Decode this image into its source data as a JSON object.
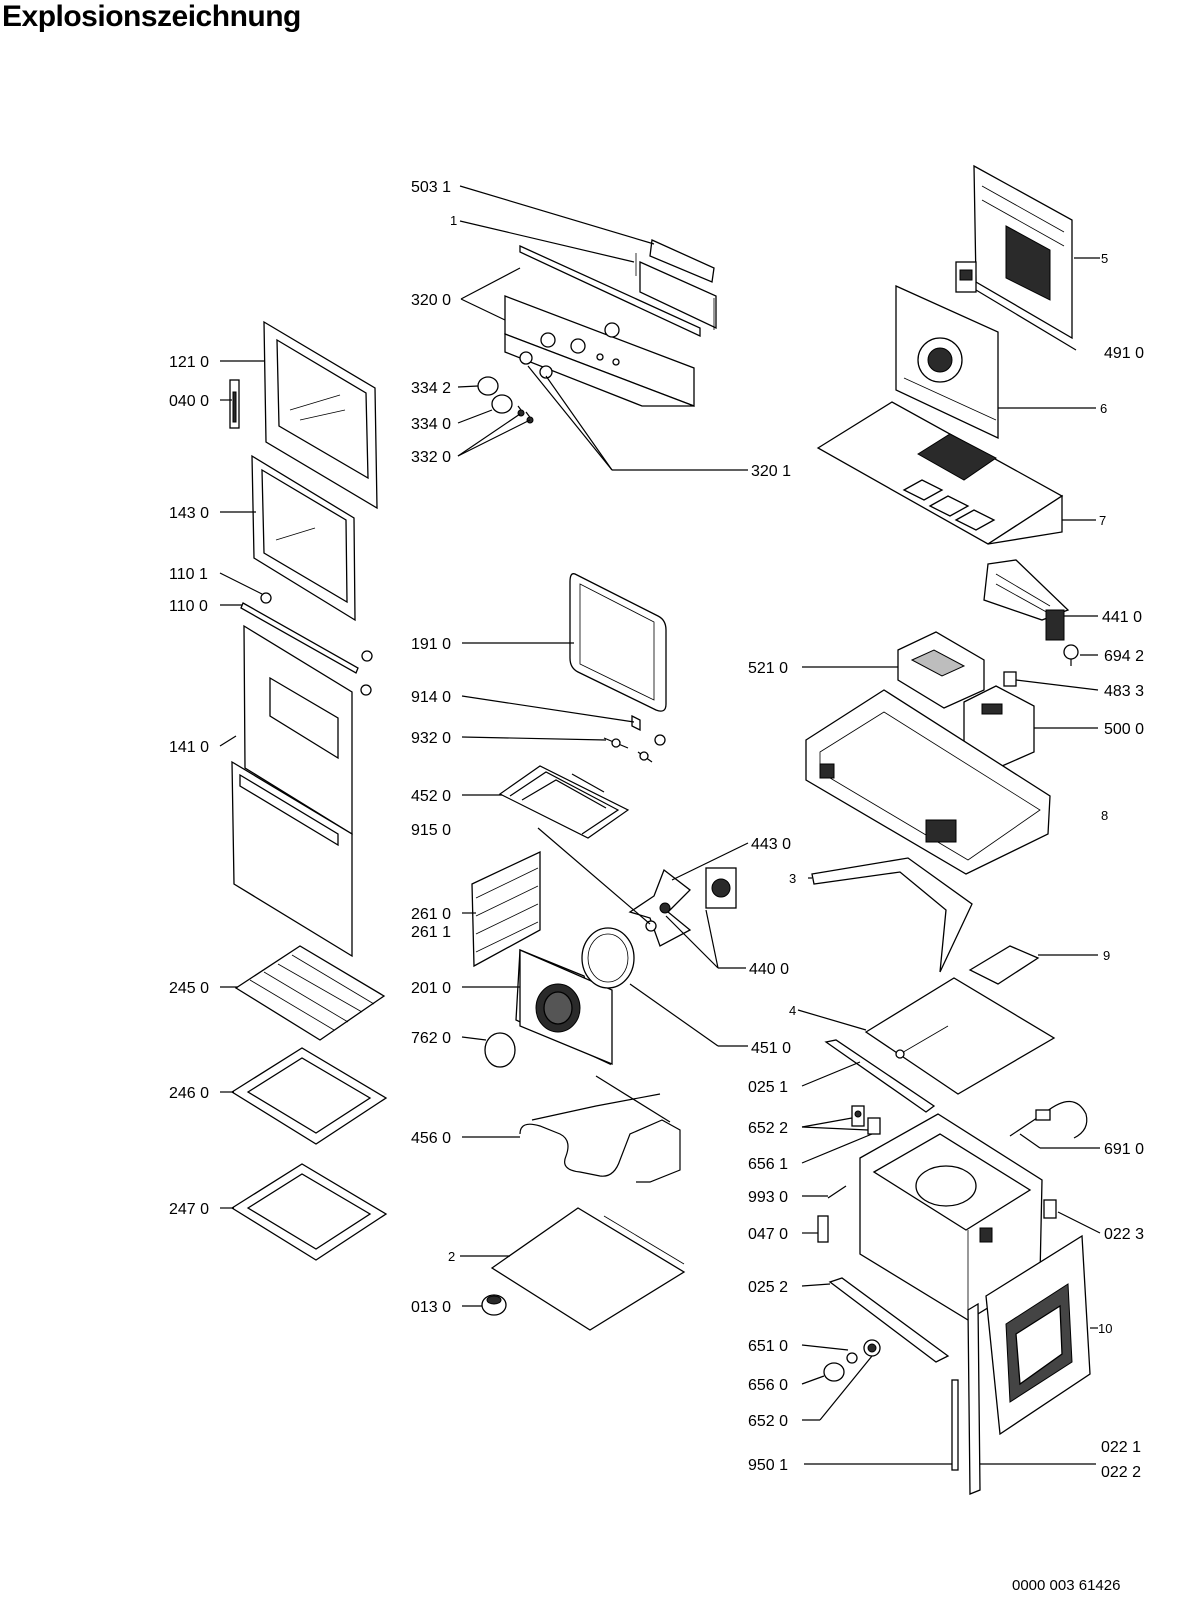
{
  "title": "Explosionszeichnung",
  "doc_number": "0000 003 61426",
  "labels": {
    "l5031": "503 1",
    "l1": "1",
    "l3200": "320 0",
    "l1210": "121 0",
    "l0400": "040 0",
    "l3342": "334 2",
    "l3340": "334 0",
    "l3320": "332 0",
    "l3201": "320 1",
    "l5": "5",
    "l4910": "491 0",
    "l6": "6",
    "l7": "7",
    "l1430": "143 0",
    "l1101": "110 1",
    "l1100": "110 0",
    "l1910": "191 0",
    "l4410": "441 0",
    "l6942": "694 2",
    "l5210": "521 0",
    "l4833": "483 3",
    "l1410": "141 0",
    "l9140": "914 0",
    "l9320": "932 0",
    "l5000": "500 0",
    "l4520": "452 0",
    "l9150": "915 0",
    "l8": "8",
    "l4430": "443 0",
    "l3": "3",
    "l2610": "261 0",
    "l2611": "261 1",
    "l2450": "245 0",
    "l2010": "201 0",
    "l4400": "440 0",
    "l9": "9",
    "l4": "4",
    "l7620": "762 0",
    "l4510": "451 0",
    "l0251": "025 1",
    "l2460": "246 0",
    "l6522": "652 2",
    "l4560": "456 0",
    "l6910": "691 0",
    "l6561": "656 1",
    "l9930": "993 0",
    "l2470": "247 0",
    "l0470": "047 0",
    "l0223": "022 3",
    "l2": "2",
    "l0252": "025 2",
    "l0130": "013 0",
    "l10": "10",
    "l6510": "651 0",
    "l6560": "656 0",
    "l6520": "652 0",
    "l0221": "022 1",
    "l9501": "950 1",
    "l0222": "022 2"
  }
}
